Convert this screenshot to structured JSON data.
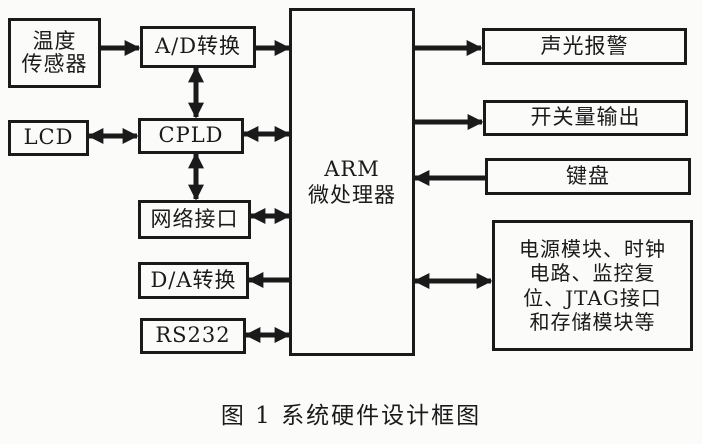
{
  "diagram": {
    "center": {
      "line1": "ARM",
      "line2": "微处理器"
    },
    "left_blocks": {
      "temp_sensor": {
        "line1": "温度",
        "line2": "传感器"
      },
      "ad": "A/D转换",
      "lcd": "LCD",
      "cpld": "CPLD",
      "network": "网络接口",
      "da": "D/A转换",
      "rs232": "RS232"
    },
    "right_blocks": {
      "alarm": "声光报警",
      "switch_out": "开关量输出",
      "keyboard": "键盘",
      "misc": [
        "电源模块、时钟",
        "电路、监控复",
        "位、JTAG接口",
        "和存储模块等"
      ]
    },
    "connections": [
      {
        "from": "温度传感器",
        "to": "A/D转换",
        "direction": "one-way"
      },
      {
        "from": "A/D转换",
        "to": "ARM微处理器",
        "direction": "one-way"
      },
      {
        "from": "A/D转换",
        "to": "CPLD",
        "direction": "two-way"
      },
      {
        "from": "LCD",
        "to": "CPLD",
        "direction": "two-way"
      },
      {
        "from": "CPLD",
        "to": "ARM微处理器",
        "direction": "two-way"
      },
      {
        "from": "CPLD",
        "to": "网络接口",
        "direction": "two-way"
      },
      {
        "from": "网络接口",
        "to": "ARM微处理器",
        "direction": "two-way"
      },
      {
        "from": "ARM微处理器",
        "to": "D/A转换",
        "direction": "one-way"
      },
      {
        "from": "RS232",
        "to": "ARM微处理器",
        "direction": "two-way"
      },
      {
        "from": "ARM微处理器",
        "to": "声光报警",
        "direction": "one-way"
      },
      {
        "from": "ARM微处理器",
        "to": "开关量输出",
        "direction": "one-way"
      },
      {
        "from": "键盘",
        "to": "ARM微处理器",
        "direction": "one-way"
      },
      {
        "from": "电源模块、时钟电路、监控复位、JTAG接口和存储模块等",
        "to": "ARM微处理器",
        "direction": "two-way"
      }
    ]
  },
  "caption": "图 1  系统硬件设计框图"
}
